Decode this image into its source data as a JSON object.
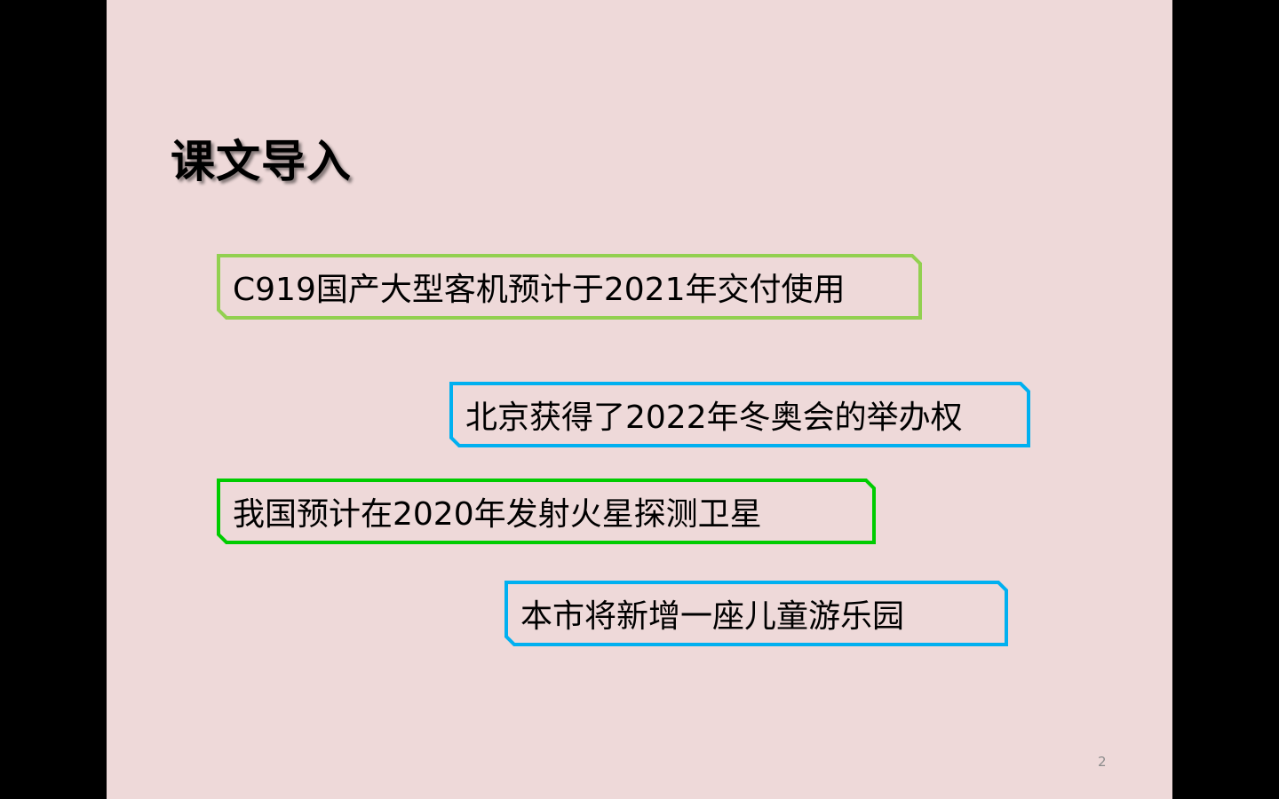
{
  "slide": {
    "title": "课文导入",
    "page_number": "2",
    "cards": [
      {
        "text": "C919国产大型客机预计于2021年交付使用",
        "border_color": "#92d050"
      },
      {
        "text": "北京获得了2022年冬奥会的举办权",
        "border_color": "#00b0f0"
      },
      {
        "text": "我国预计在2020年发射火星探测卫星",
        "border_color": "#00cc00"
      },
      {
        "text": "本市将新增一座儿童游乐园",
        "border_color": "#00b0f0"
      }
    ]
  },
  "colors": {
    "slide_background": "#eed9d9",
    "outer_background": "#000000"
  }
}
